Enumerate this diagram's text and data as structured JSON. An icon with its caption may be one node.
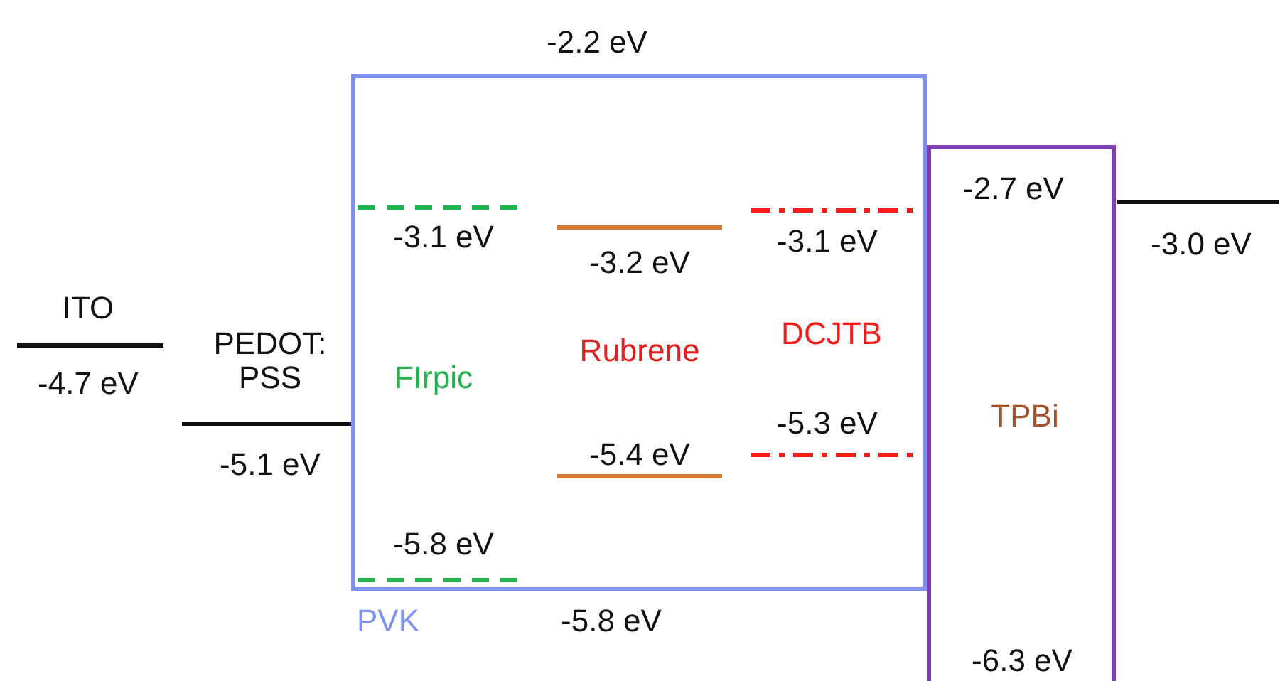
{
  "diagram": {
    "nodes": [
      {
        "text": [
          "-2.2 eV",
          "PVK",
          "-5.8 eV"
        ]
      },
      {
        "text": [
          "-2.7 eV",
          "TPBi",
          "-6.3 eV"
        ]
      }
    ],
    "labels": [
      "-3.1 eV",
      "-3.2 eV",
      "-3.1 eV",
      "-3.0 eV",
      "ITO",
      "DCJTB",
      "Rubrene",
      "PEDOT: PSS",
      "FIrpic",
      "-4.7 eV",
      "-5.3 eV",
      "-5.4 eV",
      "-5.1 eV",
      "-5.8 eV"
    ]
  }
}
